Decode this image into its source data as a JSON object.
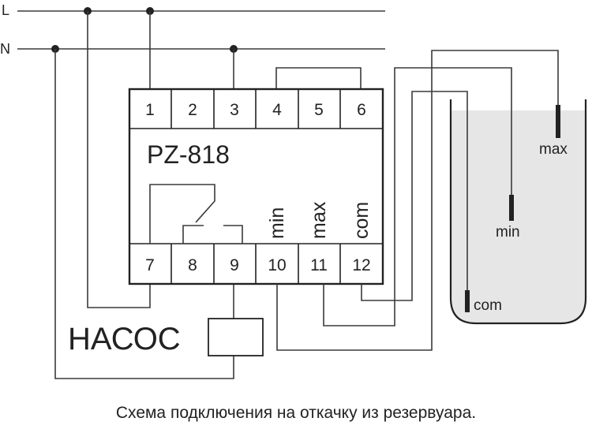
{
  "lines": {
    "phase": "L",
    "neutral": "N"
  },
  "device": {
    "model": "PZ-818",
    "top_terminals": [
      "1",
      "2",
      "3",
      "4",
      "5",
      "6"
    ],
    "bottom_terminals": [
      "7",
      "8",
      "9",
      "10",
      "11",
      "12"
    ],
    "input_labels": [
      "min",
      "max",
      "com"
    ]
  },
  "pump_label": "НАСОС",
  "tank": {
    "sensors": [
      "max",
      "min",
      "com"
    ]
  },
  "caption": "Схема подключения на откачку из  резервуара."
}
